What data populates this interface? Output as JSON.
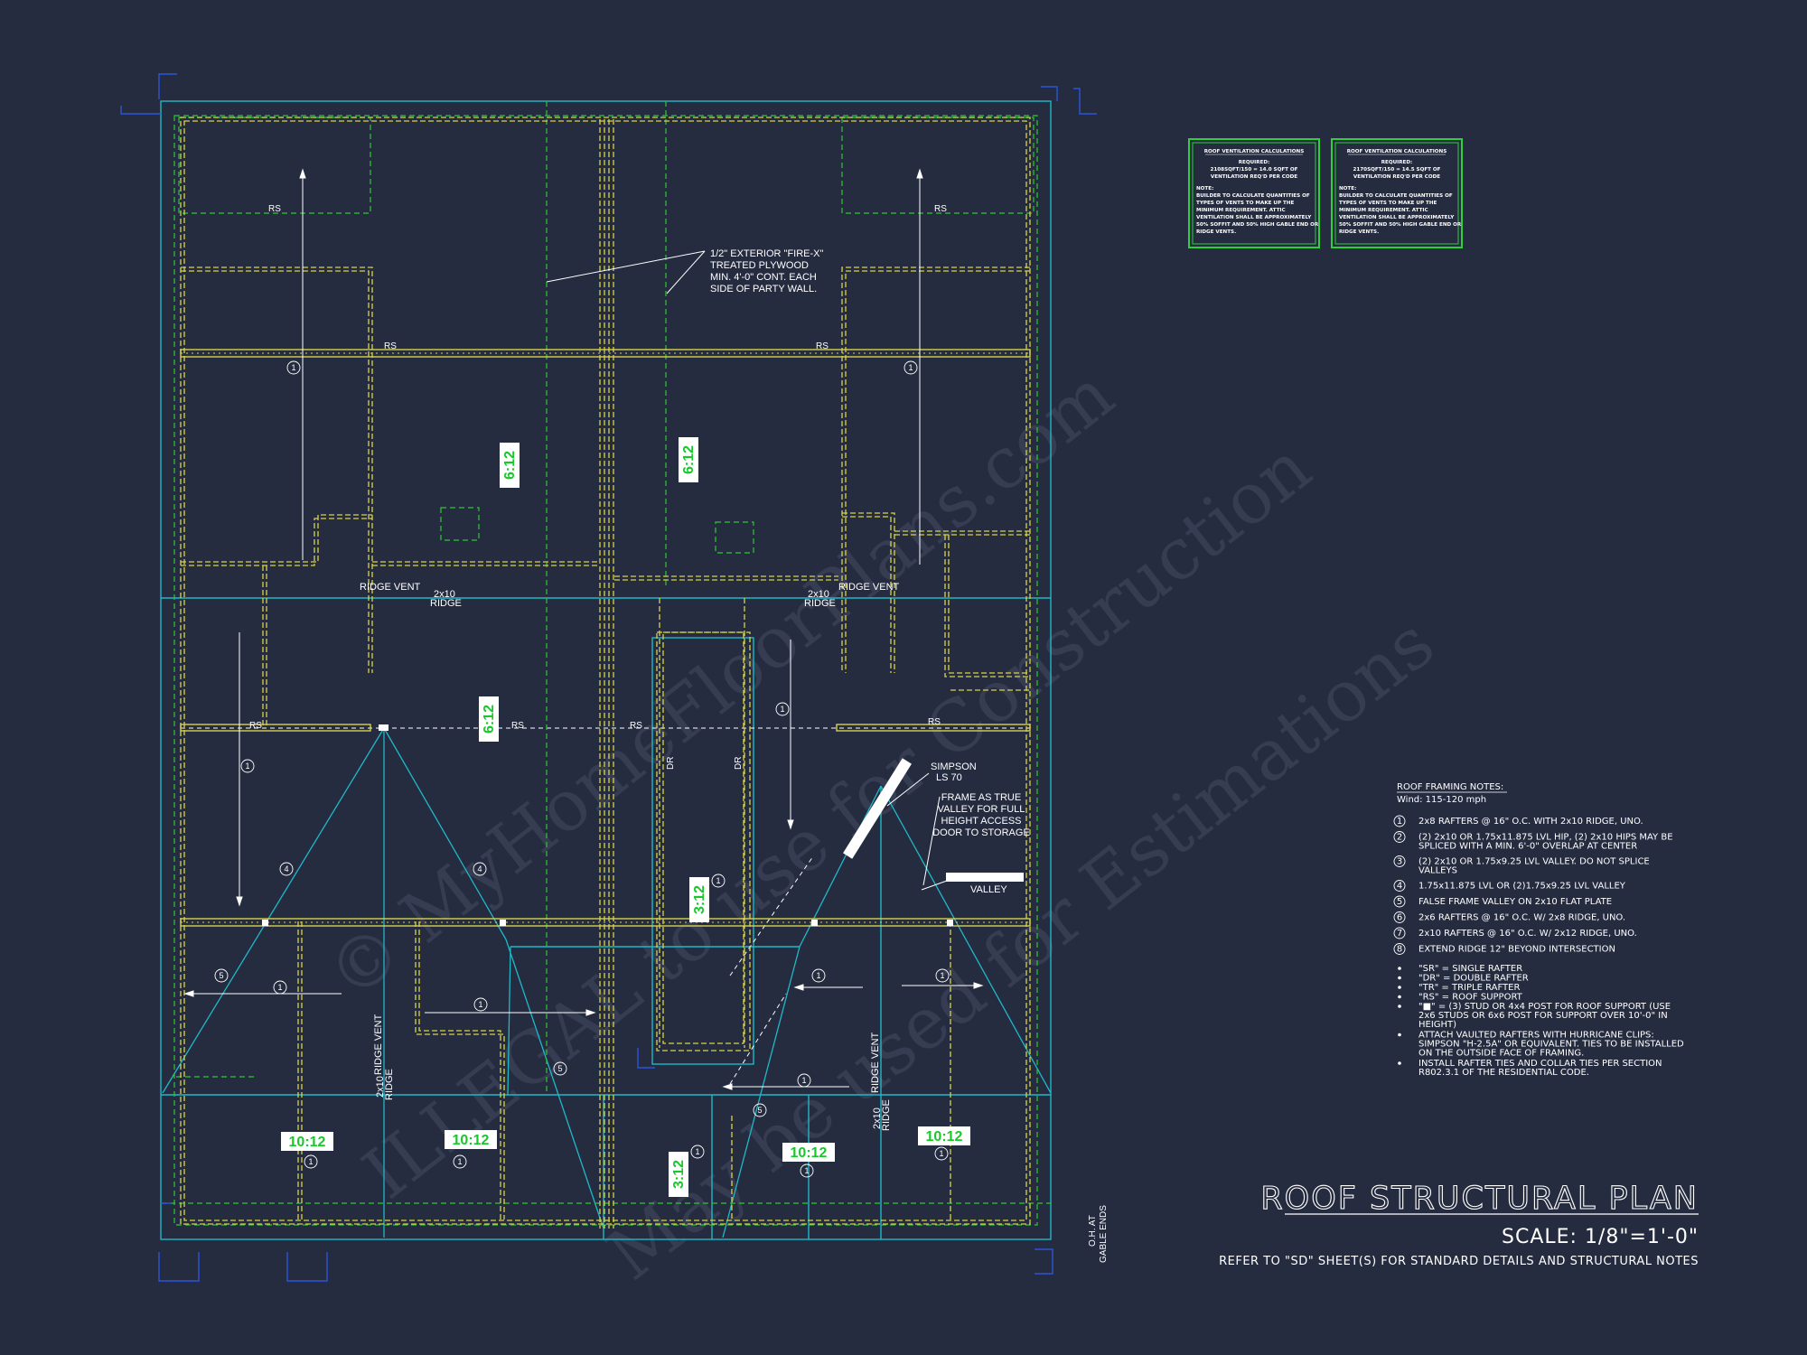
{
  "title": "ROOF STRUCTURAL PLAN",
  "scale": "SCALE: 1/8\"=1'-0\"",
  "refer_note": "REFER TO \"SD\" SHEET(S) FOR STANDARD DETAILS AND STRUCTURAL NOTES",
  "watermark": {
    "line1": "© MyHomeFloorPlans.com",
    "line2": "ILLEGAL to use for Construction",
    "line3": "May be used for Estimations"
  },
  "callouts": {
    "plywood": [
      "1/2\" EXTERIOR \"FIRE-X\"",
      "TREATED PLYWOOD",
      "MIN. 4'-0\" CONT. EACH",
      "SIDE OF PARTY WALL."
    ],
    "simpson": [
      "SIMPSON",
      "LS 70"
    ],
    "frame_valley": [
      "FRAME AS TRUE",
      "VALLEY FOR FULL",
      "HEIGHT ACCESS",
      "DOOR TO STORAGE"
    ],
    "valley": "VALLEY",
    "ridge_vent": "RIDGE VENT",
    "ridge_2x10": "2x10",
    "ridge": "RIDGE",
    "rs": "RS",
    "dr": "DR",
    "oh_gable": [
      "O.H. AT",
      "GABLE ENDS"
    ]
  },
  "pitches": {
    "p6_12": "6:12",
    "p3_12": "3:12",
    "p10_12": "10:12"
  },
  "vent_boxes": [
    {
      "title": "ROOF VENTILATION CALCULATIONS",
      "lines": [
        "REQUIRED:",
        "2108SQFT/150 = 14.0 SQFT OF",
        "VENTILATION REQ'D PER CODE",
        "",
        "NOTE:",
        "BUILDER TO CALCULATE QUANTITIES OF",
        "TYPES OF VENTS TO MAKE UP THE",
        "MINIMUM REQUIREMENT. ATTIC",
        "VENTILATION SHALL BE APPROXIMATELY",
        "50% SOFFIT AND 50% HIGH GABLE END OR",
        "RIDGE VENTS."
      ]
    },
    {
      "title": "ROOF VENTILATION CALCULATIONS",
      "lines": [
        "REQUIRED:",
        "2170SQFT/150 = 14.5 SQFT OF",
        "VENTILATION REQ'D PER CODE",
        "",
        "NOTE:",
        "BUILDER TO CALCULATE QUANTITIES OF",
        "TYPES OF VENTS TO MAKE UP THE",
        "MINIMUM REQUIREMENT. ATTIC",
        "VENTILATION SHALL BE APPROXIMATELY",
        "50% SOFFIT AND 50% HIGH GABLE END OR",
        "RIDGE VENTS."
      ]
    }
  ],
  "framing_notes": {
    "title": "ROOF FRAMING NOTES:",
    "wind": "Wind: 115-120 mph",
    "numbered": [
      {
        "num": "1",
        "lines": [
          "2x8 RAFTERS @ 16\" O.C. WITH 2x10 RIDGE, UNO."
        ]
      },
      {
        "num": "2",
        "lines": [
          "(2) 2x10 OR 1.75x11.875 LVL HIP, (2) 2x10 HIPS MAY BE",
          "SPLICED WITH A MIN. 6'-0\" OVERLAP AT CENTER"
        ]
      },
      {
        "num": "3",
        "lines": [
          "(2) 2x10 OR 1.75x9.25 LVL VALLEY. DO NOT SPLICE",
          "VALLEYS"
        ]
      },
      {
        "num": "4",
        "lines": [
          "1.75x11.875 LVL OR (2)1.75x9.25 LVL VALLEY"
        ]
      },
      {
        "num": "5",
        "lines": [
          "FALSE FRAME VALLEY ON 2x10 FLAT PLATE"
        ]
      },
      {
        "num": "6",
        "lines": [
          "2x6 RAFTERS @ 16\" O.C. W/ 2x8 RIDGE, UNO."
        ]
      },
      {
        "num": "7",
        "lines": [
          "2x10 RAFTERS @ 16\" O.C. W/ 2x12 RIDGE, UNO."
        ]
      },
      {
        "num": "8",
        "lines": [
          "EXTEND RIDGE 12\" BEYOND INTERSECTION"
        ]
      }
    ],
    "bullets": [
      {
        "lines": [
          "\"SR\"  = SINGLE RAFTER"
        ]
      },
      {
        "lines": [
          "\"DR\"  = DOUBLE RAFTER"
        ]
      },
      {
        "lines": [
          "\"TR\"  = TRIPLE RAFTER"
        ]
      },
      {
        "lines": [
          "\"RS\"  = ROOF SUPPORT"
        ]
      },
      {
        "lines": [
          "\"■\" = (3) STUD OR 4x4 POST FOR ROOF SUPPORT (USE",
          "2x6 STUDS OR 6x6 POST FOR SUPPORT OVER 10'-0\" IN",
          "HEIGHT)"
        ]
      },
      {
        "lines": [
          "ATTACH VAULTED RAFTERS WITH HURRICANE CLIPS:",
          "SIMPSON \"H-2.5A\" OR EQUIVALENT. TIES TO BE INSTALLED",
          "ON THE OUTSIDE FACE OF FRAMING."
        ]
      },
      {
        "lines": [
          "INSTALL RAFTER TIES AND COLLAR TIES PER SECTION",
          "R802.3.1 OF THE  RESIDENTIAL CODE."
        ]
      }
    ]
  },
  "colors": {
    "background": "#262c40",
    "cyan": "#1fb8c8",
    "yellow": "#d8d24a",
    "green": "#2ec832",
    "white": "#ffffff",
    "box_border": "#2fd03a"
  }
}
